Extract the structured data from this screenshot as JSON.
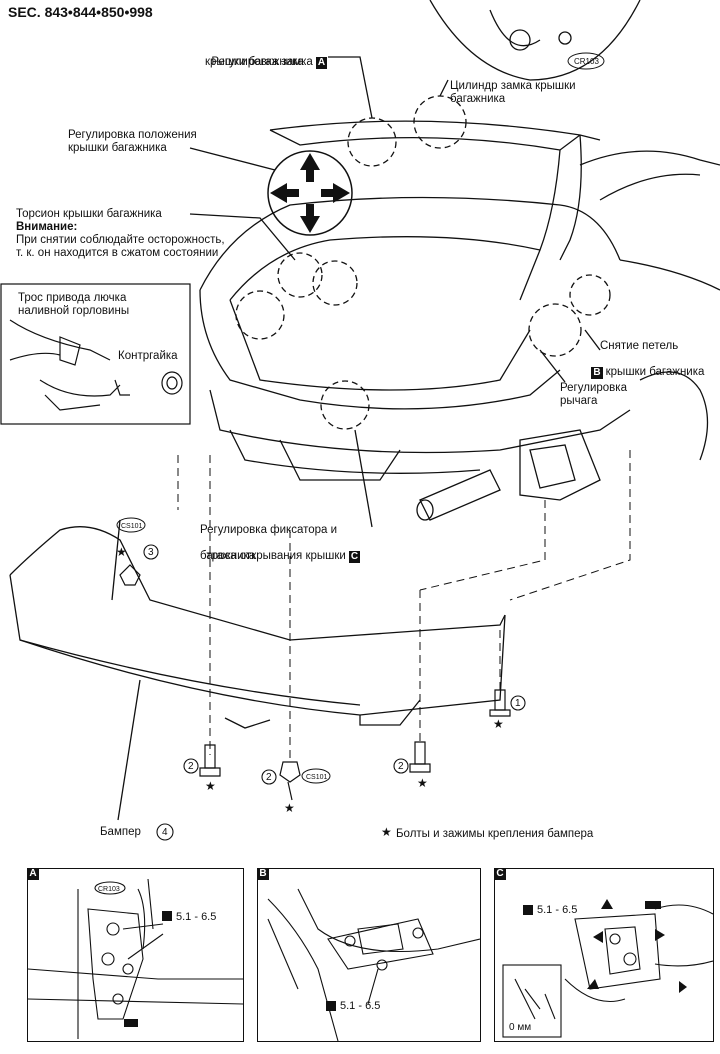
{
  "header": {
    "section": "SEC. 843•844•850•998"
  },
  "labels": {
    "lock_adjust": "Регулировка замка",
    "lock_adjust_2": "крышки багажника",
    "lock_adjust_tag": "A",
    "cylinder": "Цилиндр замка крышки",
    "cylinder_2": "багажника",
    "position_adjust": "Регулировка положения",
    "position_adjust_2": "крышки багажника",
    "torsion": "Торсион крышки багажника",
    "caution": "Внимание:",
    "caution_2": "При снятии соблюдайте осторожность,",
    "caution_3": "т. к. он находится в сжатом состоянии",
    "cable": "Трос привода лючка",
    "cable_2": "наливной горловины",
    "locknut": "Контргайка",
    "hinge_removal": "Снятие петель",
    "hinge_removal_tag": "B",
    "hinge_removal_2": "крышки багажника",
    "lever_adjust": "Регулировка",
    "lever_adjust_2": "рычага",
    "latch_adjust": "Регулировка фиксатора и",
    "latch_adjust_2": "троса открывания крышки",
    "latch_adjust_tag": "C",
    "latch_adjust_3": "багажника",
    "bumper": "Бампер",
    "bumper_num": "4",
    "legend": "Болты и зажимы крепления бампера",
    "cr103": "CR103",
    "cs101": "CS101",
    "cs101_b": "CS101"
  },
  "callouts": {
    "n1": "1",
    "n2": "2",
    "n3": "3"
  },
  "panels": {
    "a": {
      "tag": "A",
      "torque": "5.1 - 6.5",
      "code": "CR103"
    },
    "b": {
      "tag": "B",
      "torque": "5.1 - 6.5"
    },
    "c": {
      "tag": "C",
      "torque": "5.1 - 6.5",
      "gap": "0 мм"
    }
  }
}
